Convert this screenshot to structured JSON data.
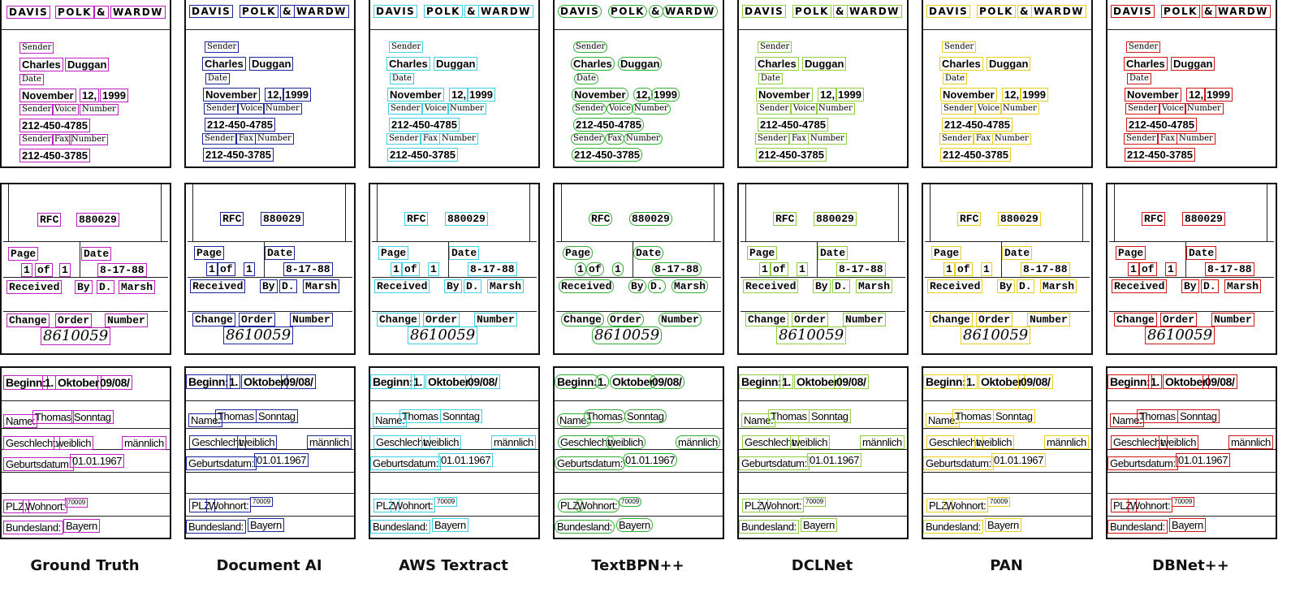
{
  "methods": [
    {
      "caption": "Ground Truth",
      "color": "#c020c0"
    },
    {
      "caption": "Document AI",
      "color": "#1a2a9a"
    },
    {
      "caption": "AWS Textract",
      "color": "#40d0e0"
    },
    {
      "caption": "TextBPN++",
      "color": "#30b030"
    },
    {
      "caption": "DCLNet",
      "color": "#90d040"
    },
    {
      "caption": "PAN",
      "color": "#e8d020"
    },
    {
      "caption": "DBNet++",
      "color": "#d01818"
    }
  ],
  "samples": {
    "letterhead": {
      "logo": [
        "DAVIS",
        "POLK",
        "&",
        "WARDW"
      ],
      "sender_label": "Sender",
      "sender_name": [
        "Charles",
        "Duggan"
      ],
      "date_label": "Date",
      "date_value": [
        "November",
        "12,",
        "1999"
      ],
      "voice_label": [
        "Sender",
        "Voice",
        "Number"
      ],
      "voice_value": "212-450-4785",
      "fax_label": [
        "Sender",
        "Fax",
        "Number"
      ],
      "fax_value": "212-450-3785"
    },
    "form": {
      "rfc": [
        "RFC",
        "880029"
      ],
      "page_label": "Page",
      "date_label": "Date",
      "page_value": [
        "1",
        "of",
        "1"
      ],
      "date_value": "8-17-88",
      "received": [
        "Received",
        "By",
        "D.",
        "Marsh"
      ],
      "change": [
        "Change",
        "Order",
        "Number"
      ],
      "handwritten": "8610059"
    },
    "german": {
      "beginn": [
        "Beginn:",
        "1.",
        "Oktober",
        "09/08/"
      ],
      "name": [
        "Name:",
        "Thomas",
        "Sonntag"
      ],
      "geschlecht": [
        "Geschlecht:",
        "weiblich",
        "männlich"
      ],
      "geburt": [
        "Geburtsdatum:",
        "01.01.1967"
      ],
      "plz": [
        "PLZ,",
        "Wohnort:",
        "70009"
      ],
      "bundesland": [
        "Bundesland:",
        "Bayern"
      ]
    }
  }
}
